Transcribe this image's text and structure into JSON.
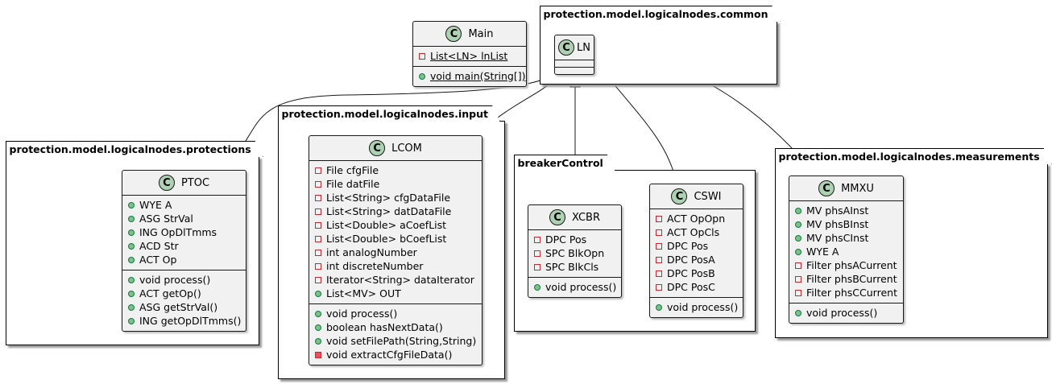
{
  "packages": {
    "common": "protection.model.logicalnodes.common",
    "input": "protection.model.logicalnodes.input",
    "protections": "protection.model.logicalnodes.protections",
    "breaker": "breakerControl",
    "measurements": "protection.model.logicalnodes.measurements"
  },
  "classes": {
    "main": {
      "name": "Main",
      "fields": [
        {
          "vis": "-",
          "text": "List<LN> lnList"
        }
      ],
      "methods": [
        {
          "vis": "+",
          "text": "void main(String[])"
        }
      ]
    },
    "ln": {
      "name": "LN"
    },
    "ptoc": {
      "name": "PTOC",
      "fields": [
        {
          "vis": "+",
          "text": "WYE A"
        },
        {
          "vis": "+",
          "text": "ASG StrVal"
        },
        {
          "vis": "+",
          "text": "ING OpDlTmms"
        },
        {
          "vis": "+",
          "text": "ACD Str"
        },
        {
          "vis": "+",
          "text": "ACT Op"
        }
      ],
      "methods": [
        {
          "vis": "+",
          "text": "void process()"
        },
        {
          "vis": "+",
          "text": "ACT getOp()"
        },
        {
          "vis": "+",
          "text": "ASG getStrVal()"
        },
        {
          "vis": "+",
          "text": "ING getOpDlTmms()"
        }
      ]
    },
    "lcom": {
      "name": "LCOM",
      "fields": [
        {
          "vis": "-",
          "text": "File cfgFile"
        },
        {
          "vis": "-",
          "text": "File datFile"
        },
        {
          "vis": "-",
          "text": "List<String> cfgDataFile"
        },
        {
          "vis": "-",
          "text": "List<String> datDataFile"
        },
        {
          "vis": "-",
          "text": "List<Double> aCoefList"
        },
        {
          "vis": "-",
          "text": "List<Double> bCoefList"
        },
        {
          "vis": "-",
          "text": "int analogNumber"
        },
        {
          "vis": "-",
          "text": "int discreteNumber"
        },
        {
          "vis": "-",
          "text": "Iterator<String> dataIterator"
        },
        {
          "vis": "+",
          "text": "List<MV> OUT"
        }
      ],
      "methods": [
        {
          "vis": "+",
          "text": "void process()"
        },
        {
          "vis": "+",
          "text": "boolean hasNextData()"
        },
        {
          "vis": "+",
          "text": "void setFilePath(String,String)"
        },
        {
          "vis": "-",
          "text": "void extractCfgFileData()"
        }
      ]
    },
    "xcbr": {
      "name": "XCBR",
      "fields": [
        {
          "vis": "-",
          "text": "DPC Pos"
        },
        {
          "vis": "-",
          "text": "SPC BlkOpn"
        },
        {
          "vis": "-",
          "text": "SPC BlkCls"
        }
      ],
      "methods": [
        {
          "vis": "+",
          "text": "void process()"
        }
      ]
    },
    "cswi": {
      "name": "CSWI",
      "fields": [
        {
          "vis": "-",
          "text": "ACT OpOpn"
        },
        {
          "vis": "-",
          "text": "ACT OpCls"
        },
        {
          "vis": "-",
          "text": "DPC Pos"
        },
        {
          "vis": "-",
          "text": "DPC PosA"
        },
        {
          "vis": "-",
          "text": "DPC PosB"
        },
        {
          "vis": "-",
          "text": "DPC PosC"
        }
      ],
      "methods": [
        {
          "vis": "+",
          "text": "void process()"
        }
      ]
    },
    "mmxu": {
      "name": "MMXU",
      "fields": [
        {
          "vis": "+",
          "text": "MV phsAInst"
        },
        {
          "vis": "+",
          "text": "MV phsBInst"
        },
        {
          "vis": "+",
          "text": "MV phsCInst"
        },
        {
          "vis": "+",
          "text": "WYE A"
        },
        {
          "vis": "-",
          "text": "Filter phsACurrent"
        },
        {
          "vis": "-",
          "text": "Filter phsBCurrent"
        },
        {
          "vis": "-",
          "text": "Filter phsCCurrent"
        }
      ],
      "methods": [
        {
          "vis": "+",
          "text": "void process()"
        }
      ]
    }
  },
  "icon_letter": "C",
  "colors": {
    "class_fill": "#f1f1f1",
    "class_icon": "#add1b2",
    "public_marker": "#84be84",
    "private_marker": "#c82930"
  }
}
